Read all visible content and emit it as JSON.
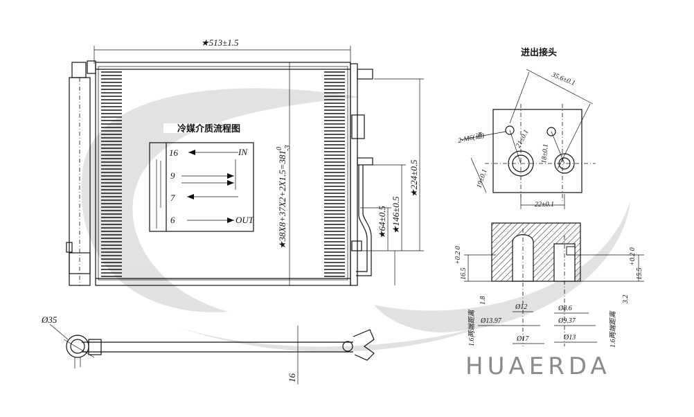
{
  "front_view": {
    "width_dim": "★513±1.5",
    "height_dim": "★38X8+37X2+2X1.5=381",
    "height_dim_sup": "0",
    "height_dim_sub": "-3",
    "dim_224": "★224±0.5",
    "dim_146": "★146±0.5",
    "dim_64": "★64±0.5"
  },
  "flow_chart": {
    "title": "冷媒介质流程图",
    "passes": [
      "16",
      "9",
      "7",
      "6"
    ],
    "in_label": "IN",
    "out_label": "OUT"
  },
  "bottom_view": {
    "diameter_dim": "Ø35",
    "thickness_dim": "16"
  },
  "fitting_view": {
    "title": "进出接头",
    "dim_356": "35.6±0.1",
    "bolt_label": "2-M6(通)",
    "dim_22": "22±0.1",
    "dim_21": "21±0.1",
    "dim_18": "18±0.1",
    "dim_19": "19±0.1"
  },
  "section_view": {
    "dim_l_height": "16.5",
    "dim_l_height_tol": "+0.2 0",
    "dim_r_height": "15.5",
    "dim_r_height_tol": "+0.2 0",
    "dim_18": "1.8",
    "dim_32": "3.2",
    "seal_left": "1.6两端距离",
    "seal_right": "1.6两端距离",
    "d1": "Ø12",
    "d2": "Ø13.97",
    "d3": "Ø17",
    "d4": "Ø8.6",
    "d5": "Ø9.37",
    "d6": "Ø13"
  },
  "brand": {
    "logo_text": "HUAERDA"
  }
}
